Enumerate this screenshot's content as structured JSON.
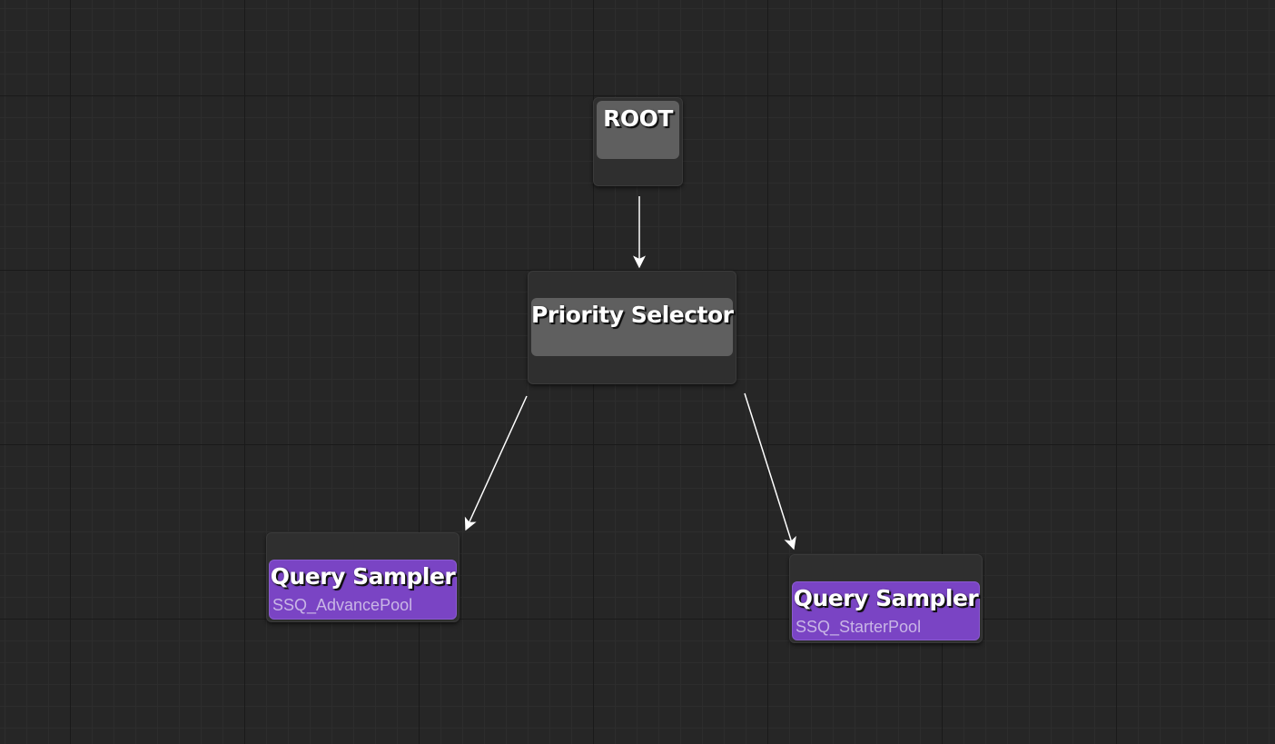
{
  "graph": {
    "nodes": {
      "root": {
        "title": "ROOT"
      },
      "priority_selector": {
        "title": "Priority Selector"
      },
      "query_sampler_advance": {
        "title": "Query Sampler",
        "subtitle": "SSQ_AdvancePool"
      },
      "query_sampler_starter": {
        "title": "Query Sampler",
        "subtitle": "SSQ_StarterPool"
      }
    }
  },
  "colors": {
    "canvas_background": "#262626",
    "node_frame": "#2f2f2f",
    "composite_node_body": "#5f5f5f",
    "task_node_body": "#7a44c4",
    "edge": "#ffffff"
  }
}
